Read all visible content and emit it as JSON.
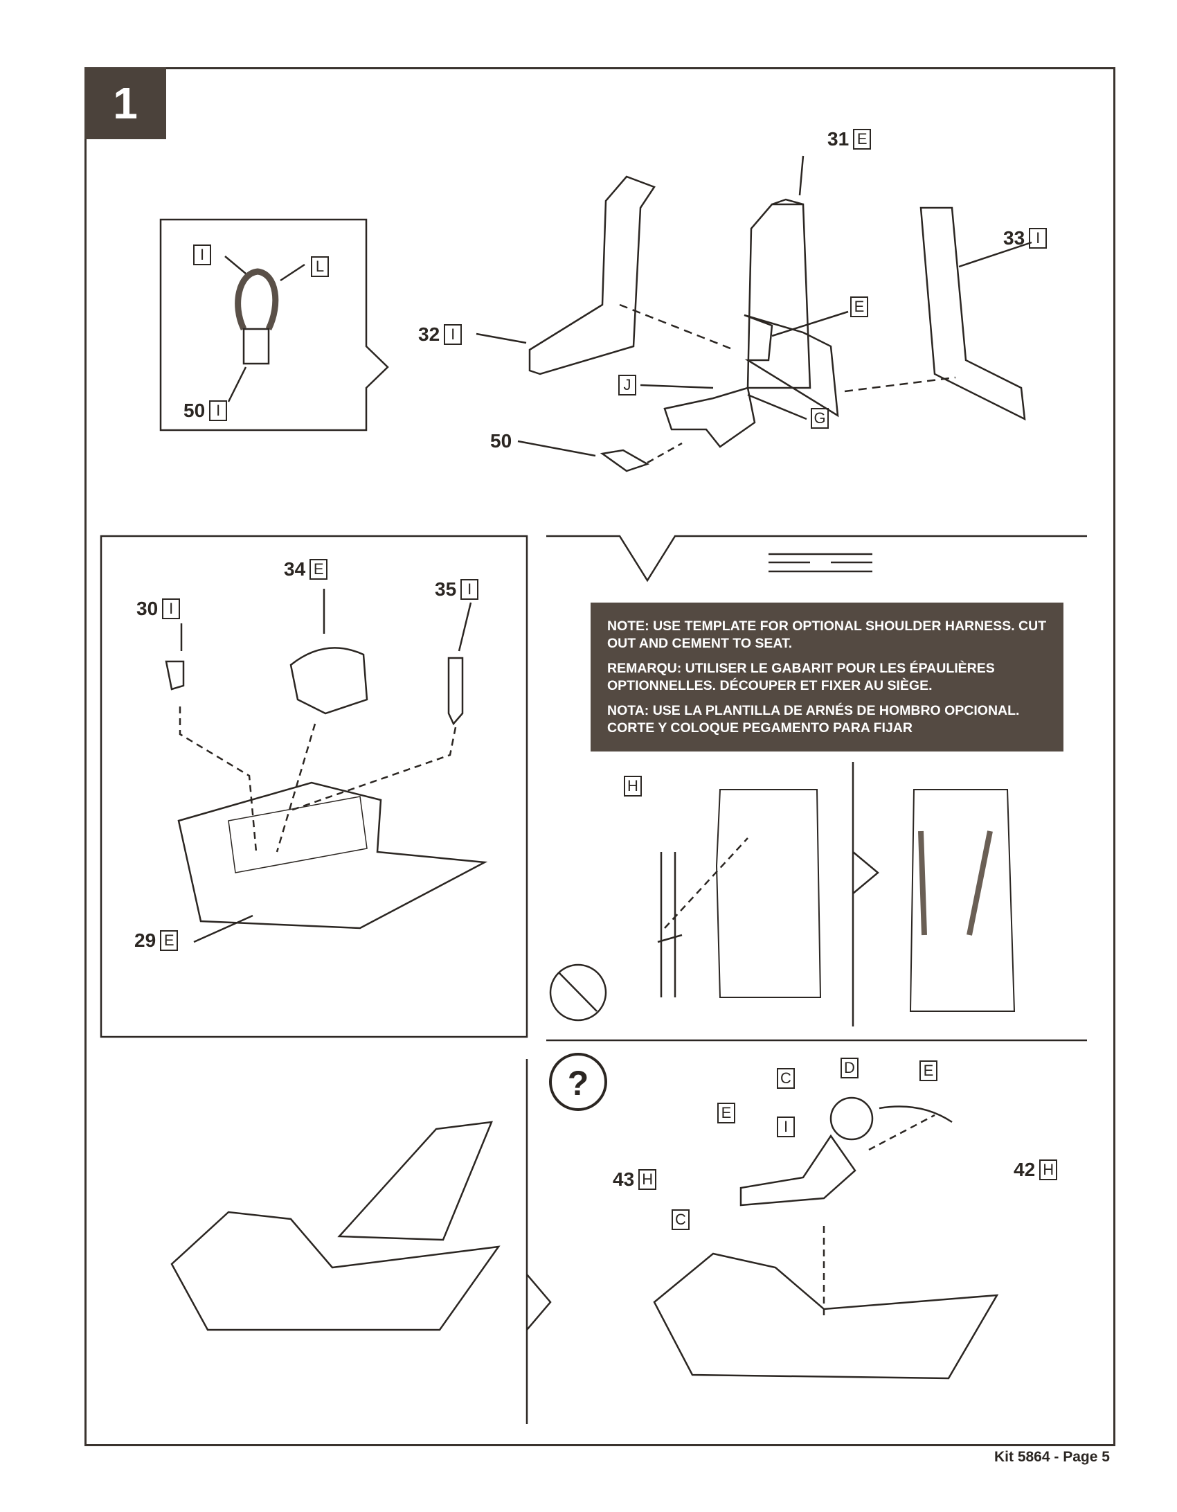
{
  "step_number": "1",
  "callouts": {
    "part31": {
      "num": "31",
      "sheet": "E"
    },
    "part32": {
      "num": "32",
      "sheet": "I"
    },
    "part33": {
      "num": "33",
      "sheet": "I"
    },
    "seat_e": {
      "sheet": "E"
    },
    "seat_j": {
      "sheet": "J"
    },
    "seat_g": {
      "sheet": "G"
    },
    "part50": {
      "num": "50"
    },
    "inset_i": {
      "sheet": "I"
    },
    "inset_l": {
      "sheet": "L"
    },
    "inset50": {
      "num": "50",
      "sheet": "I"
    },
    "part34": {
      "num": "34",
      "sheet": "E"
    },
    "part35": {
      "num": "35",
      "sheet": "I"
    },
    "part30": {
      "num": "30",
      "sheet": "I"
    },
    "part29": {
      "num": "29",
      "sheet": "E"
    },
    "harness_h": {
      "sheet": "H"
    },
    "pilot_c1": {
      "sheet": "C"
    },
    "pilot_d": {
      "sheet": "D"
    },
    "pilot_e1": {
      "sheet": "E"
    },
    "pilot_e2": {
      "sheet": "E"
    },
    "pilot_i": {
      "sheet": "I"
    },
    "part43": {
      "num": "43",
      "sheet": "H"
    },
    "part42": {
      "num": "42",
      "sheet": "H"
    },
    "pilot_c2": {
      "sheet": "C"
    }
  },
  "note": {
    "en": "NOTE: USE TEMPLATE FOR OPTIONAL SHOULDER HARNESS. CUT OUT AND CEMENT TO SEAT.",
    "fr": "REMARQU: UTILISER LE GABARIT POUR LES ÉPAULIÈRES OPTIONNELLES. DÉCOUPER ET FIXER AU SIÈGE.",
    "es": "NOTA: USE LA PLANTILLA DE ARNÉS DE HOMBRO OPCIONAL. CORTE Y COLOQUE PEGAMENTO PARA FIJAR"
  },
  "optional_icon": "?",
  "footer": "Kit 5864 - Page 5"
}
